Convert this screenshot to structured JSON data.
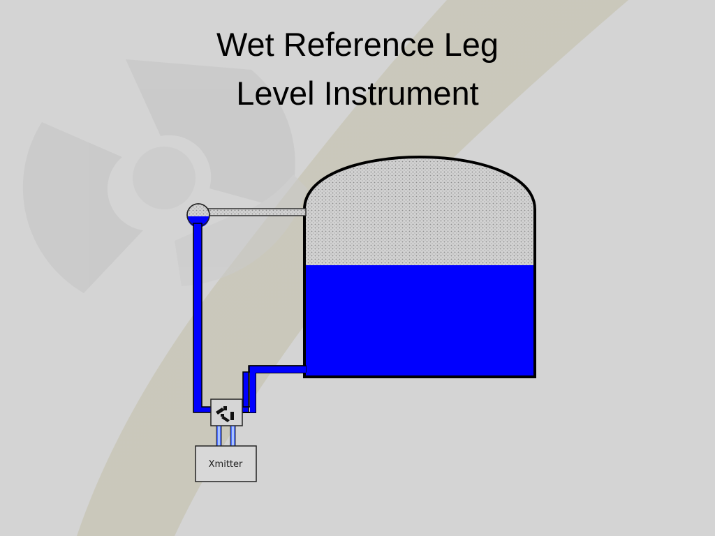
{
  "title": {
    "line1": "Wet Reference Leg",
    "line2": "Level Instrument"
  },
  "diagram": {
    "transmitter_label": "Xmitter",
    "colors": {
      "liquid": "#0000ff",
      "vapor": "#c8c8c8",
      "outline": "#000000",
      "background": "#d3d3d3",
      "box_fill": "#d8d8d8"
    },
    "icons": [
      "radiation-trefoil-watermark",
      "valve-manifold-icon"
    ]
  }
}
